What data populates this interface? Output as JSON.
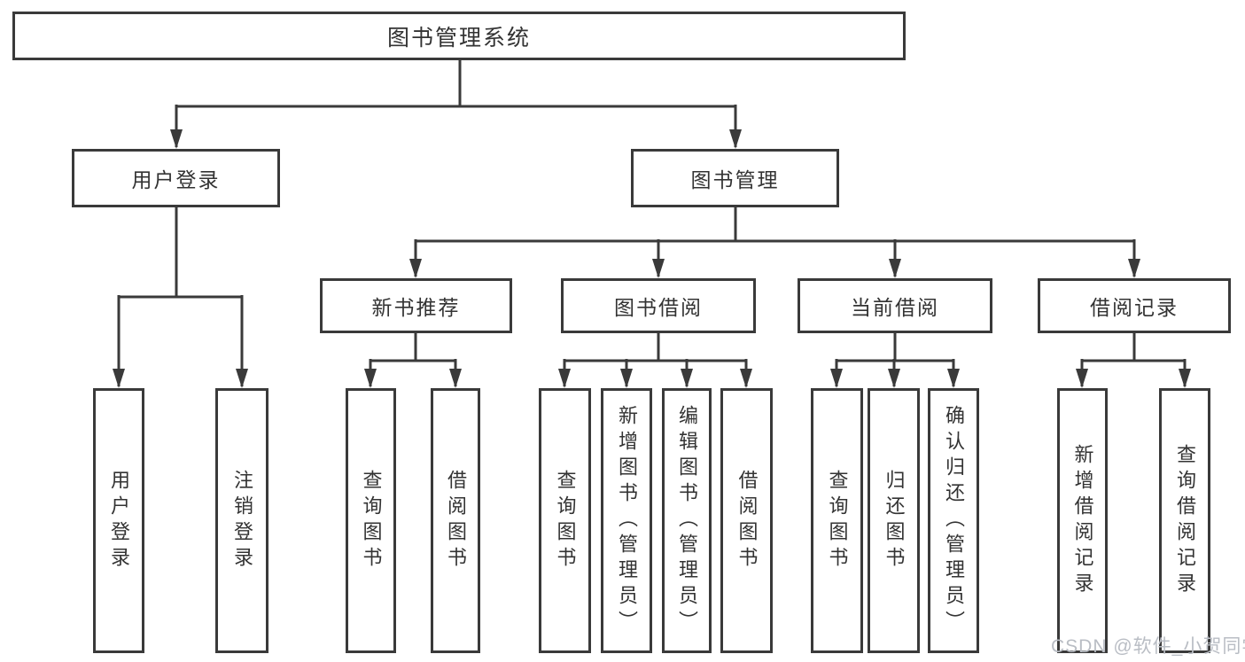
{
  "diagram": {
    "type": "hierarchy-tree",
    "root": {
      "label": "图书管理系统"
    },
    "level2": [
      {
        "id": "user-login",
        "label": "用户登录",
        "parent": "图书管理系统"
      },
      {
        "id": "book-management",
        "label": "图书管理",
        "parent": "图书管理系统"
      }
    ],
    "level3": [
      {
        "id": "new-book-recommend",
        "label": "新书推荐",
        "parent": "图书管理"
      },
      {
        "id": "book-borrow",
        "label": "图书借阅",
        "parent": "图书管理"
      },
      {
        "id": "current-borrow",
        "label": "当前借阅",
        "parent": "图书管理"
      },
      {
        "id": "borrow-records",
        "label": "借阅记录",
        "parent": "图书管理"
      }
    ],
    "leaves": [
      {
        "id": "leaf-user-login",
        "label": "用户登录",
        "parent": "用户登录"
      },
      {
        "id": "leaf-logout",
        "label": "注销登录",
        "parent": "用户登录"
      },
      {
        "id": "leaf-query-books-recommend",
        "label": "查询图书",
        "parent": "新书推荐"
      },
      {
        "id": "leaf-borrow-books-recommend",
        "label": "借阅图书",
        "parent": "新书推荐"
      },
      {
        "id": "leaf-query-books-borrow",
        "label": "查询图书",
        "parent": "图书借阅"
      },
      {
        "id": "leaf-add-books-admin",
        "label": "新增图书（管理员）",
        "parent": "图书借阅"
      },
      {
        "id": "leaf-edit-books-admin",
        "label": "编辑图书（管理员）",
        "parent": "图书借阅"
      },
      {
        "id": "leaf-borrow-books",
        "label": "借阅图书",
        "parent": "图书借阅"
      },
      {
        "id": "leaf-query-books-current",
        "label": "查询图书",
        "parent": "当前借阅"
      },
      {
        "id": "leaf-return-books",
        "label": "归还图书",
        "parent": "当前借阅"
      },
      {
        "id": "leaf-confirm-return-admin",
        "label": "确认归还（管理员）",
        "parent": "当前借阅"
      },
      {
        "id": "leaf-add-borrow-record",
        "label": "新增借阅记录",
        "parent": "借阅记录"
      },
      {
        "id": "leaf-query-borrow-record",
        "label": "查询借阅记录",
        "parent": "借阅记录"
      }
    ]
  },
  "watermark": {
    "label": "CSDN @软件_小贺同学"
  },
  "colors": {
    "line": "#3a3a3a",
    "box_border": "#3a3a3a",
    "text": "#333333",
    "watermark": "#b9bdc4",
    "background": "#ffffff"
  }
}
